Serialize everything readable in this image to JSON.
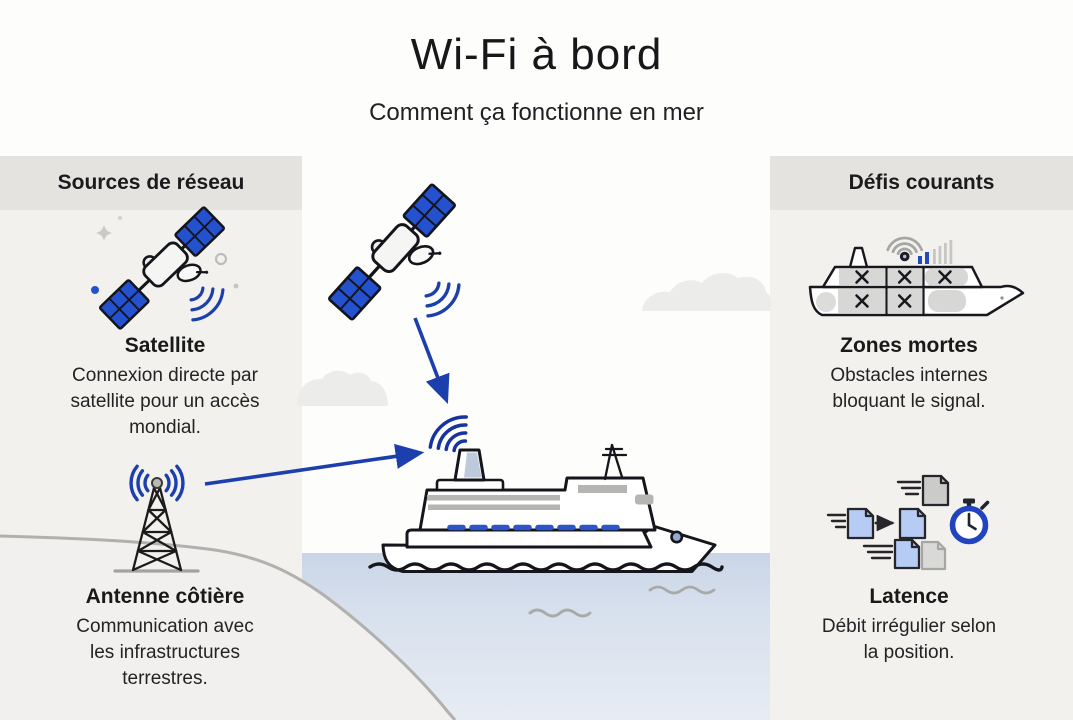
{
  "title": "Wi-Fi à bord",
  "subtitle": "Comment ça fonctionne en mer",
  "left_panel": {
    "header": "Sources de réseau",
    "items": [
      {
        "icon": "satellite-icon",
        "heading": "Satellite",
        "description": "Connexion directe par\nsatellite pour un accès\nmondial."
      },
      {
        "icon": "coastal-antenna-icon",
        "heading": "Antenne côtière",
        "description": "Communication avec\nles infrastructures\nterrestres."
      }
    ]
  },
  "right_panel": {
    "header": "Défis courants",
    "items": [
      {
        "icon": "dead-zones-ship-icon",
        "heading": "Zones mortes",
        "description": "Obstacles internes\nbloquant le signal."
      },
      {
        "icon": "latency-icon",
        "heading": "Latence",
        "description": "Débit irrégulier selon\nla position."
      }
    ]
  },
  "scene": {
    "elements": [
      "satellite-icon",
      "satellite-link-arrow",
      "antenna-link-arrow",
      "wifi-signal-icon",
      "cruise-ship-icon",
      "coastline",
      "sea",
      "clouds"
    ]
  },
  "colors": {
    "accent_blue": "#2451ce",
    "signal_navy": "#1c3fae",
    "panel_gray": "#f2f1ee",
    "band_gray": "#e4e3e0",
    "sea_blue": "#d7e0ed",
    "text_dark": "#1f1f21"
  }
}
